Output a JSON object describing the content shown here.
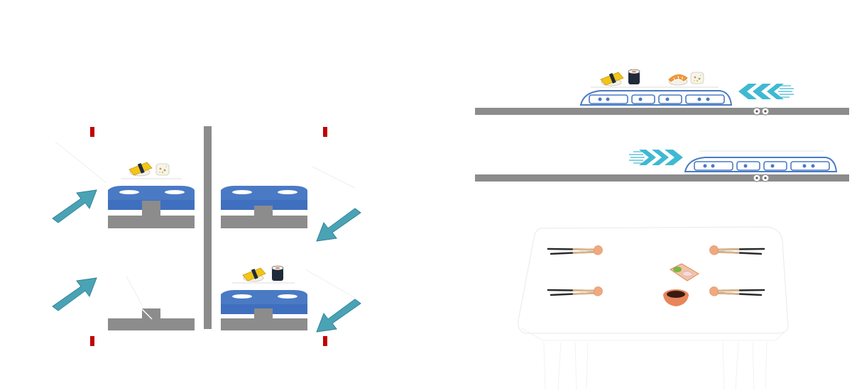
{
  "colors": {
    "background": "#ffffff",
    "track": "#8c8c8c",
    "train_blue": "#4a7ac4",
    "train_outline": "#3f6fbf",
    "arrow_teal": "#4aa3b5",
    "arrow_cyan": "#3fb9d2",
    "marker_red": "#c00000",
    "table_outline": "#e6e6e6",
    "chopstick_dark": "#2b2b2b",
    "chopstick_light": "#d9b48a",
    "soy_dish": "#e8865a",
    "soy_sauce": "#3a1b12",
    "wasabi": "#7ab648",
    "tamago": "#f2c518",
    "nori": "#1f2a3a"
  },
  "panels": [
    {
      "name": "top-left-stage",
      "sushi": [
        "tamago-nigiri",
        "california-roll"
      ]
    },
    {
      "name": "top-right-stage",
      "sushi": []
    },
    {
      "name": "bottom-left-stage",
      "sushi": []
    },
    {
      "name": "bottom-right-stage",
      "sushi": [
        "tamago-nigiri",
        "maki-roll"
      ]
    }
  ],
  "conveyors": [
    {
      "name": "upper-conveyor",
      "direction": "left",
      "sushi": [
        "tamago-nigiri",
        "maki-roll",
        "shrimp-nigiri",
        "california-roll"
      ]
    },
    {
      "name": "lower-conveyor",
      "direction": "right",
      "sushi": []
    }
  ],
  "table": {
    "chopsticks": 4,
    "items": [
      "wasabi-ginger-plate",
      "soy-sauce-dish"
    ]
  },
  "icons": [
    "up-right-arrow-icon",
    "down-right-arrow-icon",
    "left-chevrons-icon",
    "right-chevrons-icon",
    "wheel-icon",
    "red-marker-icon"
  ]
}
